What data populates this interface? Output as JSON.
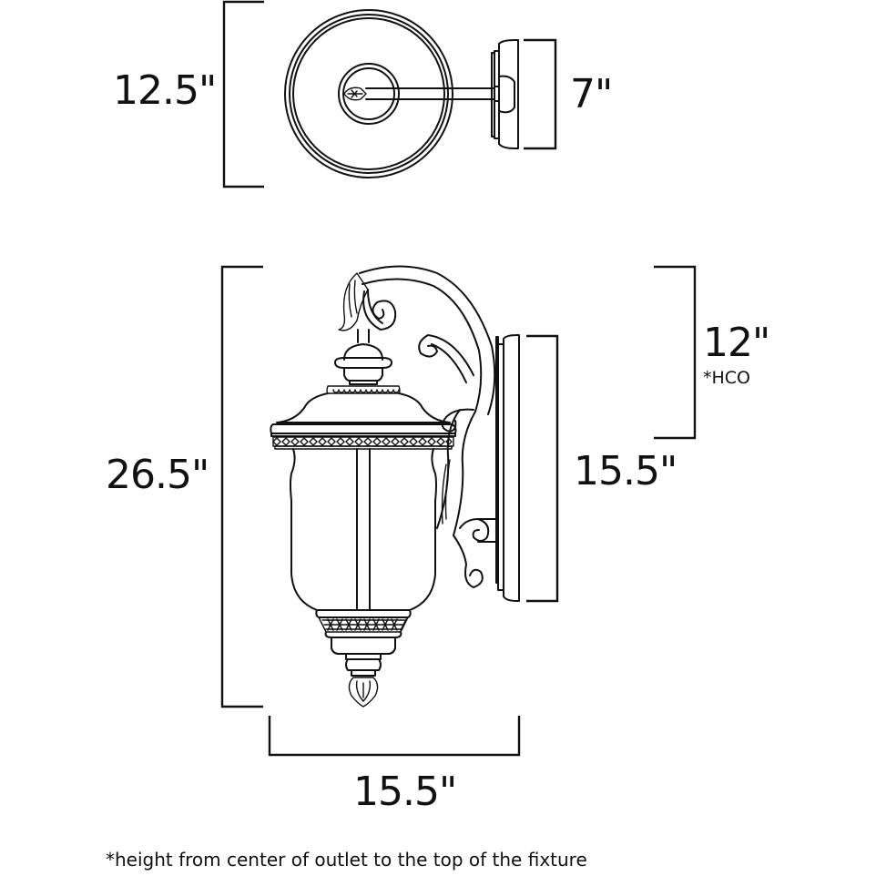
{
  "diagram": {
    "subject": "Outdoor wall-mount lantern dimension drawing",
    "top_view": {
      "depth_label": "12.5\"",
      "backplate_label": "7\""
    },
    "side_view": {
      "height_label": "26.5\"",
      "hco_label": "12\"",
      "hco_note_marker": "*HCO",
      "backplate_height_label": "15.5\"",
      "width_label": "15.5\""
    },
    "footnote": "*height from center of outlet to the top of the fixture",
    "colors": {
      "line": "#111111",
      "background": "#ffffff"
    }
  }
}
